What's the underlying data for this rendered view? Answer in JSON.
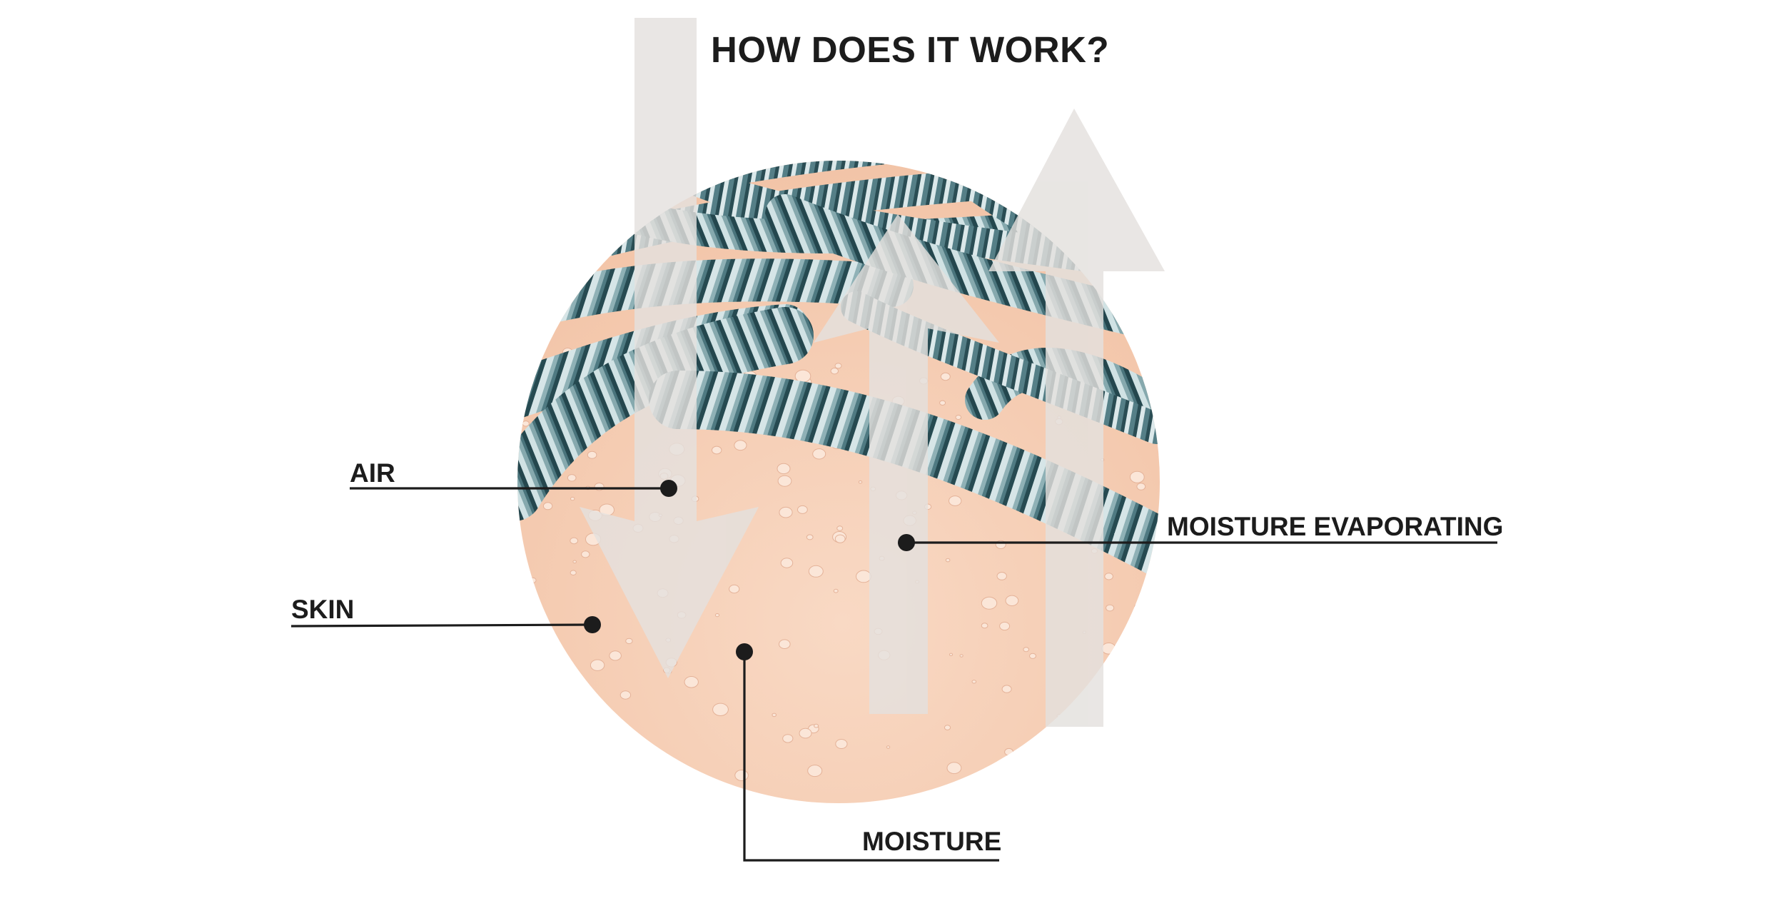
{
  "title": "HOW DOES IT WORK?",
  "labels": {
    "air": "AIR",
    "skin": "SKIN",
    "moisture": "MOISTURE",
    "moisture_evaporating": "MOISTURE EVAPORATING"
  },
  "colors": {
    "skin": "#f5cdb4",
    "fiber_dark": "#2f5a62",
    "fiber_mid": "#5e8890",
    "fiber_light": "#c7dbde",
    "arrow": "#e4e1de",
    "text": "#1c1c1c",
    "leader": "#1c1c1c"
  }
}
